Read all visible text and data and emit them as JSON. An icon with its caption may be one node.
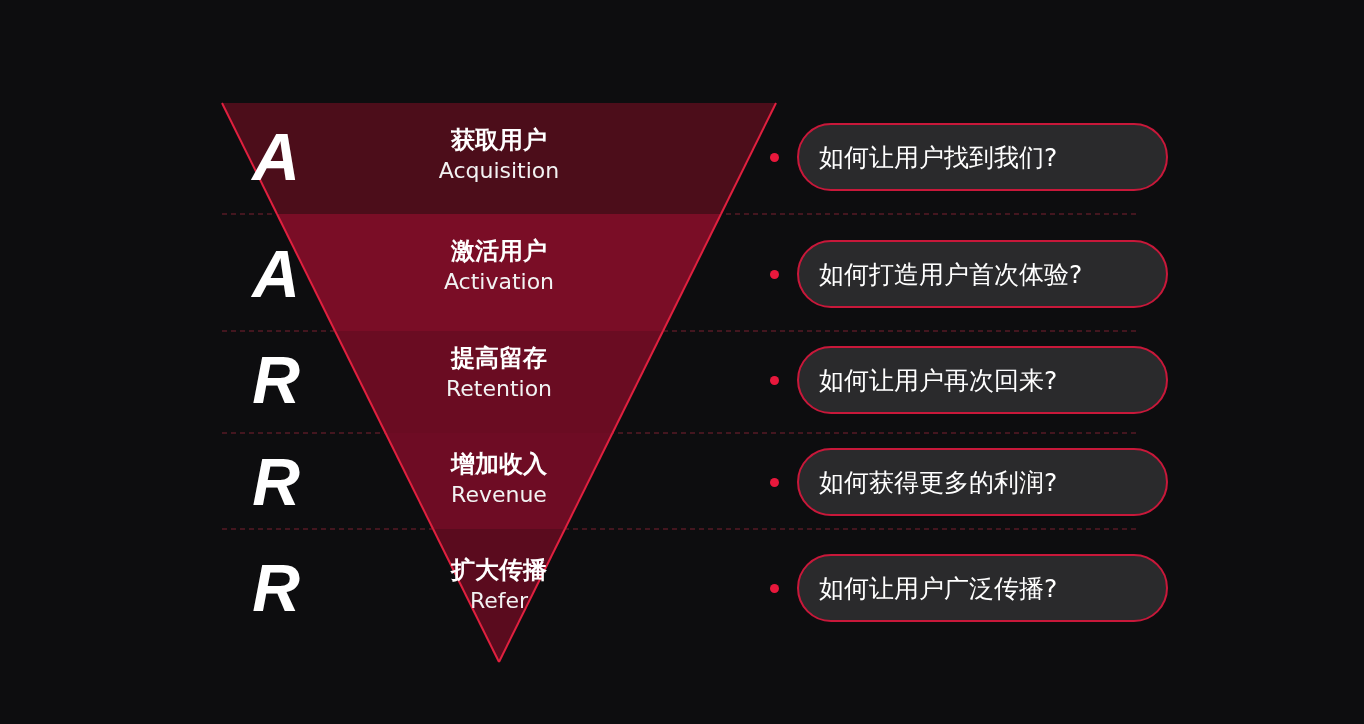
{
  "diagram": {
    "nodes": [
      {
        "text": [
          "获取用户",
          "Acquisition"
        ]
      },
      {
        "text": [
          "激活用户",
          "Activation"
        ]
      },
      {
        "text": [
          "提高留存",
          "Retention"
        ]
      },
      {
        "text": [
          "增加收入",
          "Revenue"
        ]
      },
      {
        "text": [
          "扩大传播",
          "Refer"
        ]
      },
      {
        "text": [
          "如何让用户找到我们?"
        ]
      },
      {
        "text": [
          "如何打造用户首次体验?"
        ]
      },
      {
        "text": [
          "如何让用户再次回来?"
        ]
      },
      {
        "text": [
          "如何获得更多的利润?"
        ]
      },
      {
        "text": [
          "如何让用户广泛传播?"
        ]
      }
    ],
    "labels": [
      "A",
      "A",
      "R",
      "R",
      "R"
    ]
  }
}
